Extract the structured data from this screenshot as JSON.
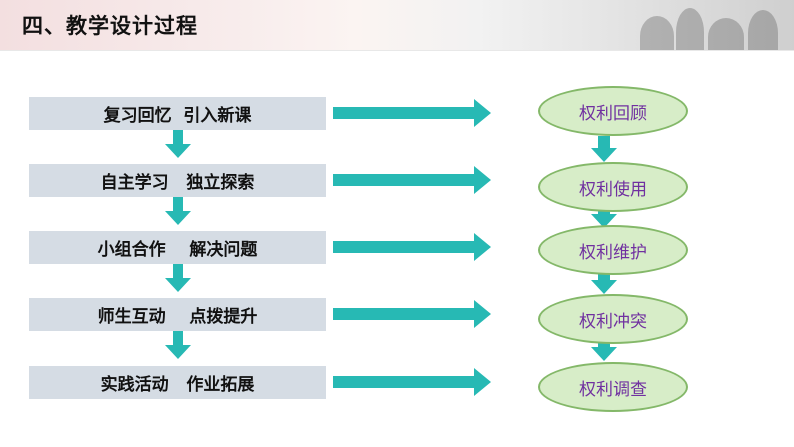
{
  "header": {
    "title": "四、教学设计过程"
  },
  "steps": [
    "复习回忆  引入新课",
    "自主学习   独立探索",
    "小组合作    解决问题",
    "师生互动    点拨提升",
    "实践活动   作业拓展"
  ],
  "topics": [
    "权利回顾",
    "权利使用",
    "权利维护",
    "权利冲突",
    "权利调查"
  ],
  "colors": {
    "step_fill": "#d5dce4",
    "arrow_fill": "#27b9b4",
    "ellipse_fill": "#d7edc8",
    "ellipse_stroke": "#84b869",
    "topic_text": "#7030a0"
  }
}
